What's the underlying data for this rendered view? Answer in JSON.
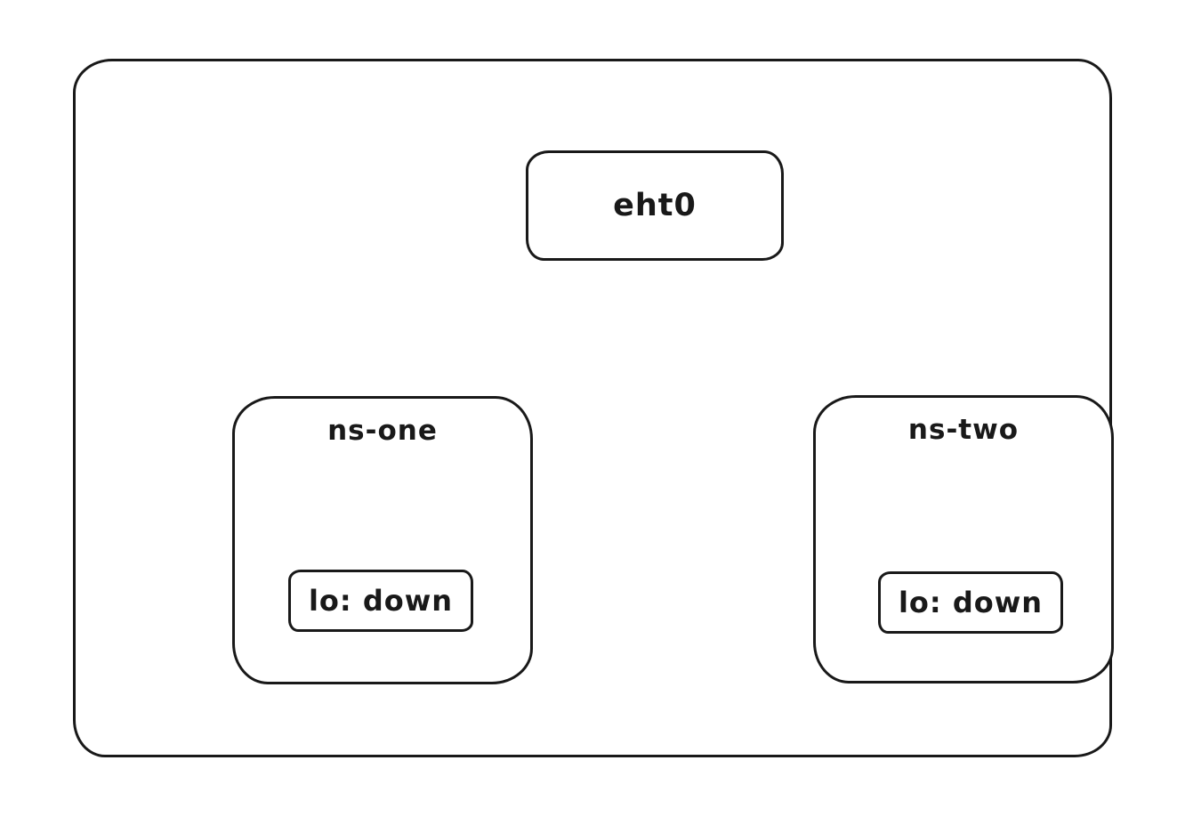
{
  "diagram": {
    "host": {
      "interface": {
        "label": "eht0"
      }
    },
    "namespaces": [
      {
        "name": "ns-one",
        "interfaces": [
          {
            "label": "lo: down"
          }
        ]
      },
      {
        "name": "ns-two",
        "interfaces": [
          {
            "label": "lo: down"
          }
        ]
      }
    ]
  }
}
